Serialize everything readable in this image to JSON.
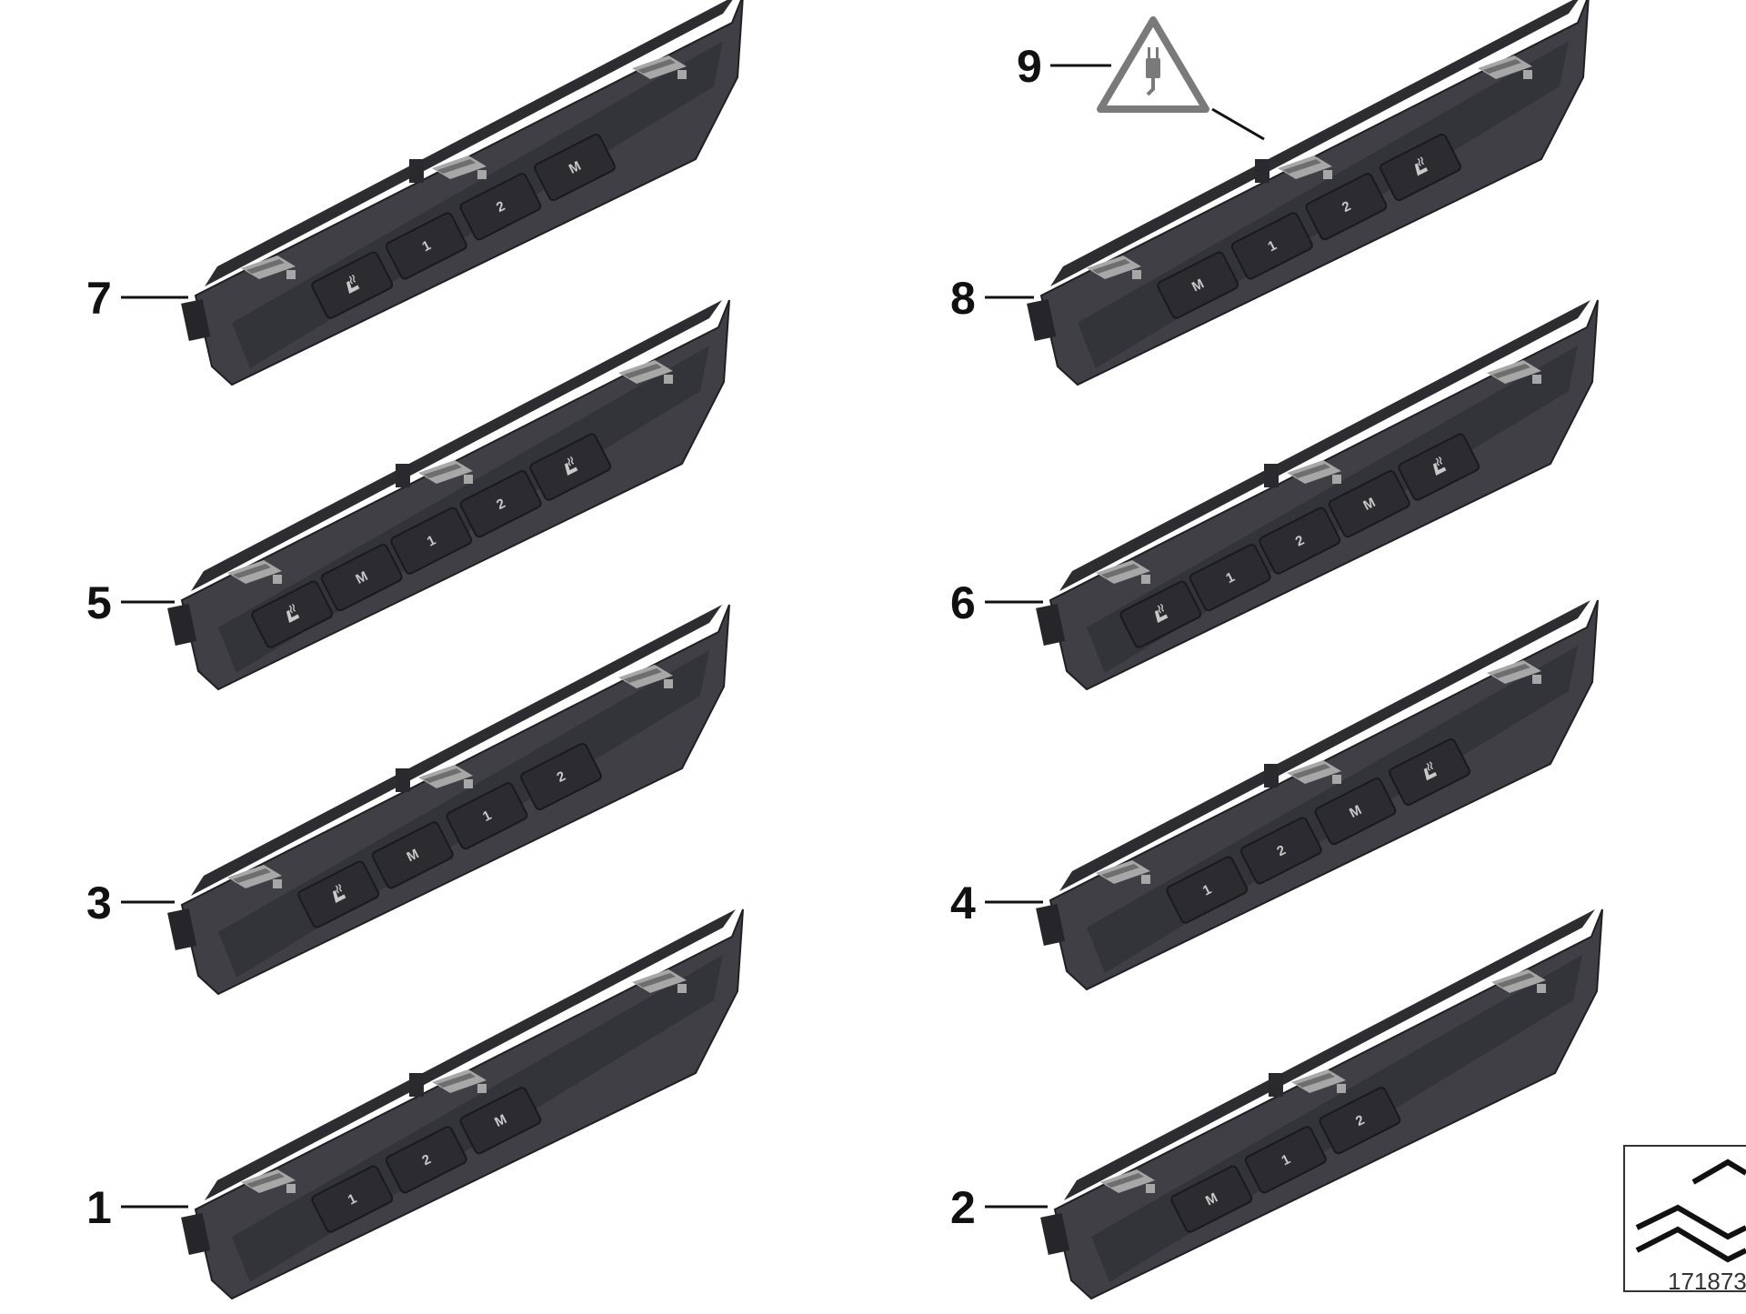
{
  "diagram": {
    "code": "171873",
    "warning_symbol": "electrical-plug-warning-icon",
    "colors": {
      "module_body": "#3f3f45",
      "module_face": "#33333a",
      "clip": "#a7a7a7",
      "button": "#2b2b30",
      "leader_line": "#111111"
    },
    "parts": [
      {
        "number": "1",
        "buttons": [
          "1",
          "2",
          "M"
        ]
      },
      {
        "number": "2",
        "buttons": [
          "M",
          "1",
          "2"
        ]
      },
      {
        "number": "3",
        "buttons": [
          "seat-heat-icon",
          "M",
          "1",
          "2"
        ]
      },
      {
        "number": "4",
        "buttons": [
          "1",
          "2",
          "M",
          "seat-heat-icon"
        ]
      },
      {
        "number": "5",
        "buttons": [
          "seat-heat-icon",
          "M",
          "1",
          "2",
          "seat-heat-icon"
        ]
      },
      {
        "number": "6",
        "buttons": [
          "seat-heat-icon",
          "1",
          "2",
          "M",
          "seat-heat-icon"
        ]
      },
      {
        "number": "7",
        "buttons": [
          "seat-heat-icon",
          "1",
          "2",
          "M"
        ]
      },
      {
        "number": "8",
        "buttons": [
          "M",
          "1",
          "2",
          "seat-heat-icon"
        ]
      },
      {
        "number": "9",
        "buttons": []
      }
    ]
  }
}
